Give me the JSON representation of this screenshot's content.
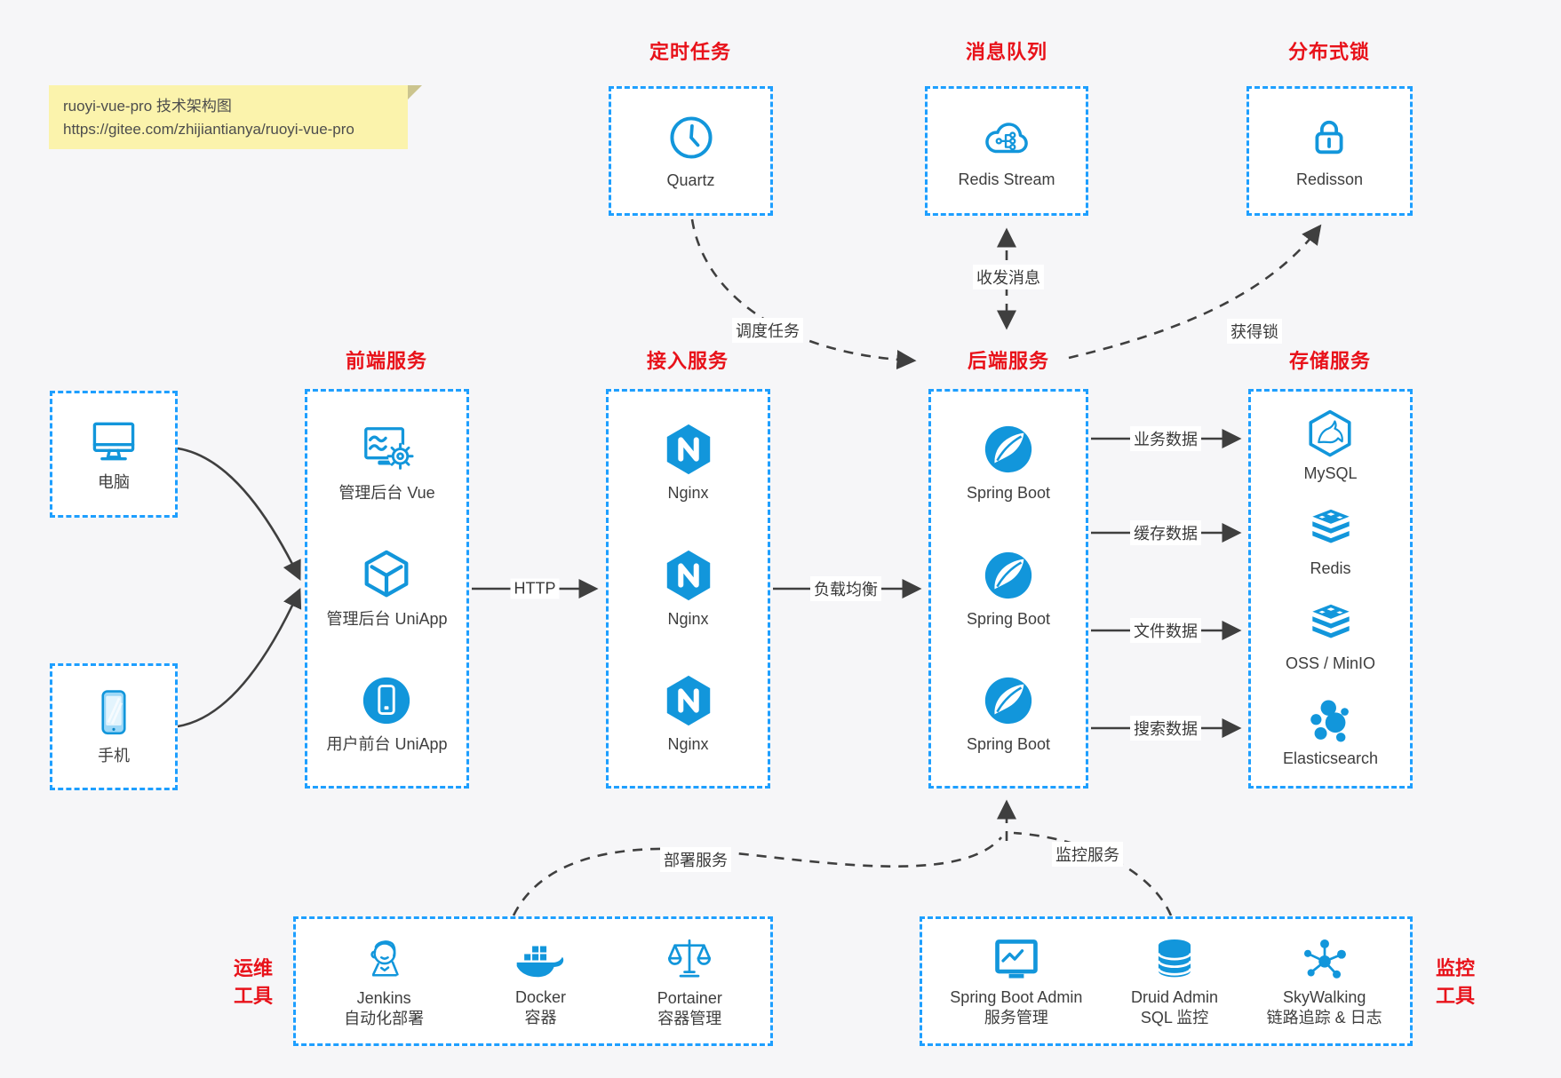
{
  "colors": {
    "blue": "#1296db",
    "border": "#1e9fff",
    "red": "#e8121a",
    "arrow": "#3f3f3f",
    "note": "#fbf3ac",
    "text": "#3e3e3e",
    "bg": "#f6f6f8"
  },
  "note": {
    "line1": "ruoyi-vue-pro 技术架构图",
    "line2": "https://gitee.com/zhijiantianya/ruoyi-vue-pro"
  },
  "top_groups": [
    {
      "title": "定时任务",
      "items": [
        {
          "icon": "clock-icon",
          "label": "Quartz"
        }
      ]
    },
    {
      "title": "消息队列",
      "items": [
        {
          "icon": "cloud-share-icon",
          "label": "Redis Stream"
        }
      ]
    },
    {
      "title": "分布式锁",
      "items": [
        {
          "icon": "lock-icon",
          "label": "Redisson"
        }
      ]
    }
  ],
  "clients": [
    {
      "icon": "computer-icon",
      "label": "电脑"
    },
    {
      "icon": "phone-icon",
      "label": "手机"
    }
  ],
  "columns": [
    {
      "title": "前端服务",
      "items": [
        {
          "icon": "admin-screen-gear-icon",
          "label": "管理后台 Vue"
        },
        {
          "icon": "cube-icon",
          "label": "管理后台 UniApp"
        },
        {
          "icon": "mobile-app-circle-icon",
          "label": "用户前台 UniApp"
        }
      ]
    },
    {
      "title": "接入服务",
      "items": [
        {
          "icon": "nginx-icon",
          "label": "Nginx"
        },
        {
          "icon": "nginx-icon",
          "label": "Nginx"
        },
        {
          "icon": "nginx-icon",
          "label": "Nginx"
        }
      ]
    },
    {
      "title": "后端服务",
      "items": [
        {
          "icon": "spring-leaf-icon",
          "label": "Spring Boot"
        },
        {
          "icon": "spring-leaf-icon",
          "label": "Spring Boot"
        },
        {
          "icon": "spring-leaf-icon",
          "label": "Spring Boot"
        }
      ]
    },
    {
      "title": "存储服务",
      "items": [
        {
          "icon": "mysql-dolphin-icon",
          "label": "MySQL"
        },
        {
          "icon": "redis-stack-icon",
          "label": "Redis"
        },
        {
          "icon": "redis-stack-icon",
          "label": "OSS / MinIO"
        },
        {
          "icon": "elasticsearch-cluster-icon",
          "label": "Elasticsearch"
        }
      ]
    }
  ],
  "bottom_groups": [
    {
      "label_line1": "运维",
      "label_line2": "工具",
      "items": [
        {
          "icon": "jenkins-butler-icon",
          "label": "Jenkins",
          "sublabel": "自动化部署"
        },
        {
          "icon": "docker-whale-icon",
          "label": "Docker",
          "sublabel": "容器"
        },
        {
          "icon": "scales-icon",
          "label": "Portainer",
          "sublabel": "容器管理"
        }
      ]
    },
    {
      "label_line1": "监控",
      "label_line2": "工具",
      "items": [
        {
          "icon": "monitor-pulse-icon",
          "label": "Spring Boot Admin",
          "sublabel": "服务管理"
        },
        {
          "icon": "database-icon",
          "label": "Druid Admin",
          "sublabel": "SQL 监控"
        },
        {
          "icon": "network-nodes-icon",
          "label": "SkyWalking",
          "sublabel": "链路追踪 & 日志"
        }
      ]
    }
  ],
  "edges": {
    "http": "HTTP",
    "load_balance": "负载均衡",
    "business_data": "业务数据",
    "cache_data": "缓存数据",
    "file_data": "文件数据",
    "search_data": "搜索数据",
    "schedule_task": "调度任务",
    "exchange_message": "收发消息",
    "acquire_lock": "获得锁",
    "deploy_service": "部署服务",
    "monitor_service": "监控服务"
  }
}
